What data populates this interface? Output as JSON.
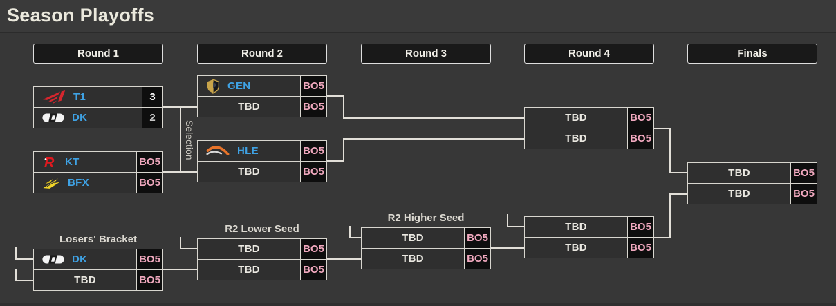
{
  "title": "Season Playoffs",
  "colors": {
    "background": "#373737",
    "team_name_blue": "#3FA2E4",
    "bo5_pink": "#F0A8BE",
    "connector_line": "#E2DFD8",
    "t1_red": "#D6262E",
    "kt_red": "#E0191F",
    "bfx_yellow": "#F0D428",
    "gen_gold": "#C8A44A",
    "hle_orange": "#E8742A"
  },
  "round_headers": [
    "Round 1",
    "Round 2",
    "Round 3",
    "Round 4",
    "Finals"
  ],
  "selection_label": "Selection",
  "section_labels": {
    "losers_bracket": "Losers' Bracket",
    "r2_lower_seed": "R2 Lower Seed",
    "r2_higher_seed": "R2 Higher Seed"
  },
  "matches": {
    "r1_m1": {
      "rows": [
        {
          "name": "T1",
          "score": "3"
        },
        {
          "name": "DK",
          "score": "2"
        }
      ]
    },
    "r1_m2": {
      "rows": [
        {
          "name": "KT",
          "score": "BO5"
        },
        {
          "name": "BFX",
          "score": "BO5"
        }
      ]
    },
    "r2_m1": {
      "rows": [
        {
          "name": "GEN",
          "score": "BO5"
        },
        {
          "name": "TBD",
          "score": "BO5"
        }
      ]
    },
    "r2_m2": {
      "rows": [
        {
          "name": "HLE",
          "score": "BO5"
        },
        {
          "name": "TBD",
          "score": "BO5"
        }
      ]
    },
    "r4_upper": {
      "rows": [
        {
          "name": "TBD",
          "score": "BO5"
        },
        {
          "name": "TBD",
          "score": "BO5"
        }
      ]
    },
    "finals": {
      "rows": [
        {
          "name": "TBD",
          "score": "BO5"
        },
        {
          "name": "TBD",
          "score": "BO5"
        }
      ]
    },
    "lb_m1": {
      "rows": [
        {
          "name": "DK",
          "score": "BO5"
        },
        {
          "name": "TBD",
          "score": "BO5"
        }
      ]
    },
    "lb_m2": {
      "rows": [
        {
          "name": "TBD",
          "score": "BO5"
        },
        {
          "name": "TBD",
          "score": "BO5"
        }
      ]
    },
    "lb_m3": {
      "rows": [
        {
          "name": "TBD",
          "score": "BO5"
        },
        {
          "name": "TBD",
          "score": "BO5"
        }
      ]
    },
    "r4_lower": {
      "rows": [
        {
          "name": "TBD",
          "score": "BO5"
        },
        {
          "name": "TBD",
          "score": "BO5"
        }
      ]
    }
  }
}
